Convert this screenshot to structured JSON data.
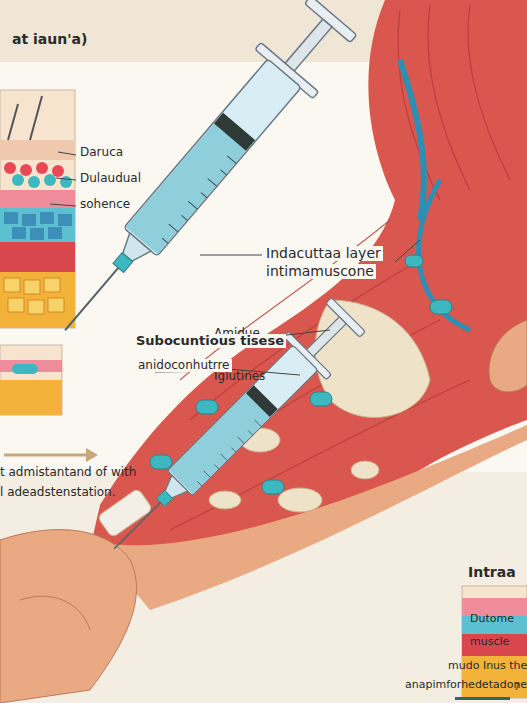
{
  "diagram": {
    "title": "at iaun'a)",
    "labels": [
      "Daruca",
      "Dulaudual",
      "sohence",
      "Indacuttaa layer",
      "intimamuscone",
      "Amidue",
      "Iglutines",
      "Subocuntious tisese",
      "anidoconhutrre",
      "t admistantand of with",
      "l adeadstenstation.",
      "Intraa",
      "Dutome",
      "muscle",
      "mudo Inus the",
      "anapimforhedetadone",
      "7"
    ]
  }
}
